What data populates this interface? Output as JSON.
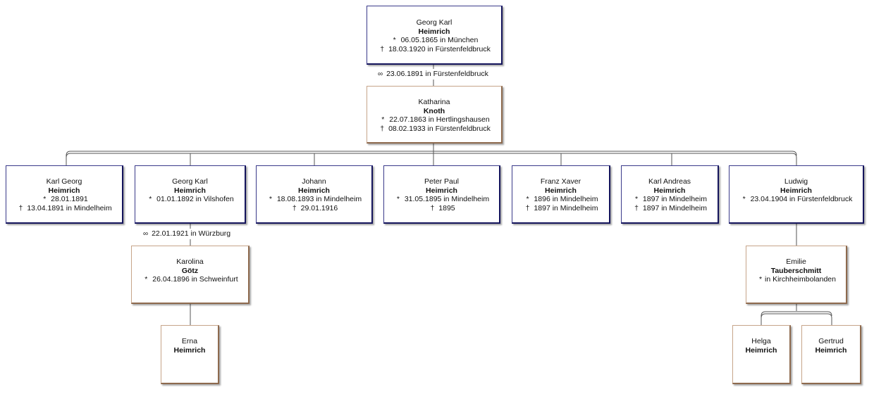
{
  "persons": {
    "georg_karl_sr": {
      "given": "Georg Karl",
      "surname": "Heimrich",
      "birth": "06.05.1865 in München",
      "death": "18.03.1920 in Fürstenfeldbruck"
    },
    "katharina": {
      "given": "Katharina",
      "surname": "Knoth",
      "birth": "22.07.1863 in Hertlingshausen",
      "death": "08.02.1933 in Fürstenfeldbruck"
    },
    "karl_georg": {
      "given": "Karl Georg",
      "surname": "Heimrich",
      "birth": "28.01.1891",
      "death": "13.04.1891 in Mindelheim"
    },
    "georg_karl_jr": {
      "given": "Georg Karl",
      "surname": "Heimrich",
      "birth": "01.01.1892 in Vilshofen"
    },
    "johann": {
      "given": "Johann",
      "surname": "Heimrich",
      "birth": "18.08.1893 in Mindelheim",
      "death": "29.01.1916"
    },
    "peter_paul": {
      "given": "Peter Paul",
      "surname": "Heimrich",
      "birth": "31.05.1895 in Mindelheim",
      "death": "1895"
    },
    "franz_xaver": {
      "given": "Franz Xaver",
      "surname": "Heimrich",
      "birth": "1896 in Mindelheim",
      "death": "1897 in Mindelheim"
    },
    "karl_andreas": {
      "given": "Karl Andreas",
      "surname": "Heimrich",
      "birth": "1897 in Mindelheim",
      "death": "1897 in Mindelheim"
    },
    "ludwig": {
      "given": "Ludwig",
      "surname": "Heimrich",
      "birth": "23.04.1904 in Fürstenfeldbruck"
    },
    "karolina": {
      "given": "Karolina",
      "surname": "Götz",
      "birth": "26.04.1896 in Schweinfurt"
    },
    "emilie": {
      "given": "Emilie",
      "surname": "Tauberschmitt",
      "birth": "in Kirchheimbolanden"
    },
    "erna": {
      "given": "Erna",
      "surname": "Heimrich"
    },
    "helga": {
      "given": "Helga",
      "surname": "Heimrich"
    },
    "gertrud": {
      "given": "Gertrud",
      "surname": "Heimrich"
    }
  },
  "marriages": {
    "parents": "23.06.1891 in Fürstenfeldbruck",
    "georg_karolina": "22.01.1921 in Würzburg"
  },
  "symbols": {
    "birth": "*",
    "death": "†",
    "marriage": "∞"
  },
  "colors": {
    "male_border": "#14145c",
    "female_border": "#8e6a4e",
    "link": "#444444"
  }
}
